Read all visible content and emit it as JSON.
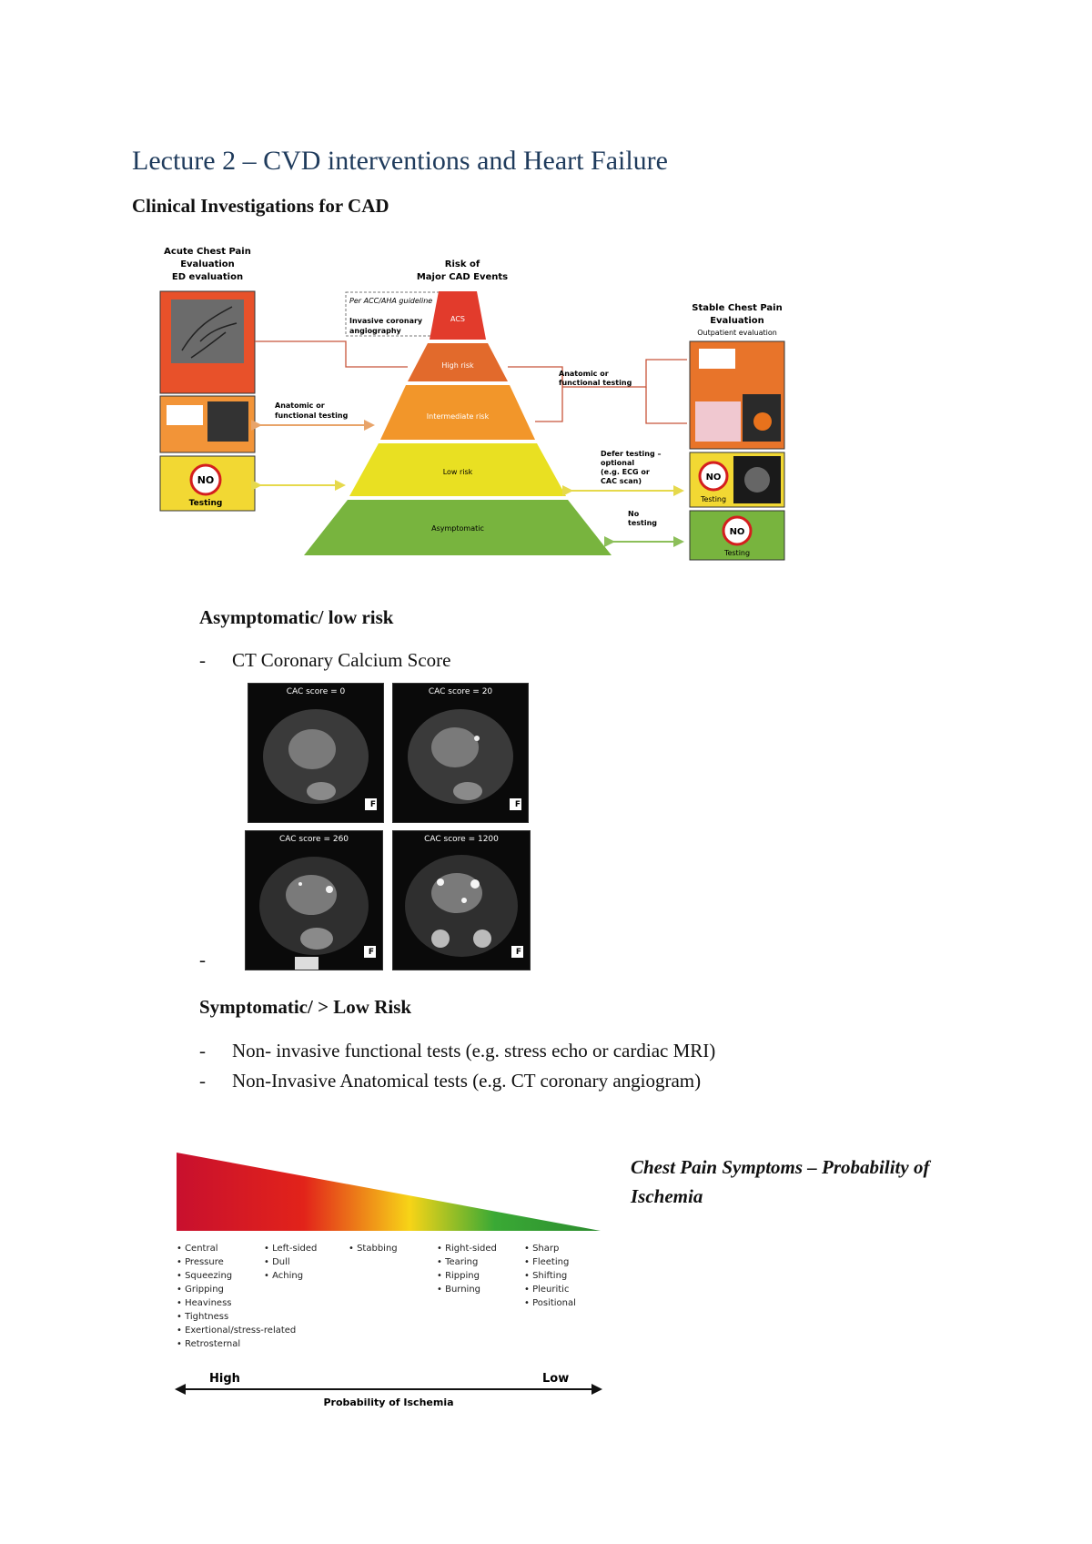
{
  "page": {
    "title": "Lecture 2 – CVD interventions and Heart Failure",
    "subtitle": "Clinical Investigations for CAD"
  },
  "pyramid_figure": {
    "left_header": [
      "Acute Chest Pain",
      "Evaluation",
      "ED evaluation"
    ],
    "center_header": [
      "Risk of",
      "Major CAD Events"
    ],
    "right_header": [
      "Stable Chest Pain",
      "Evaluation",
      "Outpatient evaluation"
    ],
    "guideline_note": "Per ACC/AHA guideline",
    "invasive_label": [
      "Invasive coronary",
      "angiography"
    ],
    "tiers": [
      "ACS",
      "High risk",
      "Intermediate risk",
      "Low risk",
      "Asymptomatic"
    ],
    "left_arrow_label": [
      "Anatomic or",
      "functional testing"
    ],
    "right_arrow_label": [
      "Anatomic or",
      "functional testing"
    ],
    "defer_label": [
      "Defer testing –",
      "optional",
      "(e.g. ECG or",
      "CAC scan)"
    ],
    "no_testing_label": [
      "No",
      "testing"
    ],
    "no_badge": "NO",
    "testing_label": "Testing",
    "colors": {
      "acs": "#e23b2c",
      "high": "#e26a2c",
      "intermediate": "#f2962a",
      "low": "#e9e022",
      "asymptomatic": "#78b43e"
    }
  },
  "sections": {
    "asymptomatic": {
      "heading": "Asymptomatic/ low risk",
      "bullets": [
        "CT Coronary Calcium Score"
      ],
      "ct_labels": [
        "CAC score = 0",
        "CAC score = 20",
        "CAC score = 260",
        "CAC score = 1200"
      ],
      "ct_corner": "F"
    },
    "symptomatic": {
      "heading": "Symptomatic/ > Low Risk",
      "bullets": [
        "Non- invasive functional tests (e.g. stress echo or cardiac MRI)",
        "Non-Invasive Anatomical tests (e.g. CT coronary angiogram)"
      ]
    }
  },
  "ischemia_figure": {
    "caption": "Chest Pain Symptoms – Probability of Ischemia",
    "columns": [
      [
        "Central",
        "Pressure",
        "Squeezing",
        "Gripping",
        "Heaviness",
        "Tightness",
        "Exertional/stress-related",
        "Retrosternal"
      ],
      [
        "Left-sided",
        "Dull",
        "Aching"
      ],
      [
        "Stabbing"
      ],
      [
        "Right-sided",
        "Tearing",
        "Ripping",
        "Burning"
      ],
      [
        "Sharp",
        "Fleeting",
        "Shifting",
        "Pleuritic",
        "Positional"
      ]
    ],
    "high_label": "High",
    "low_label": "Low",
    "axis_label": "Probability of Ischemia",
    "colors": [
      "#c8102e",
      "#e2231a",
      "#f7d417",
      "#3aa935",
      "#2c8c2f"
    ]
  }
}
